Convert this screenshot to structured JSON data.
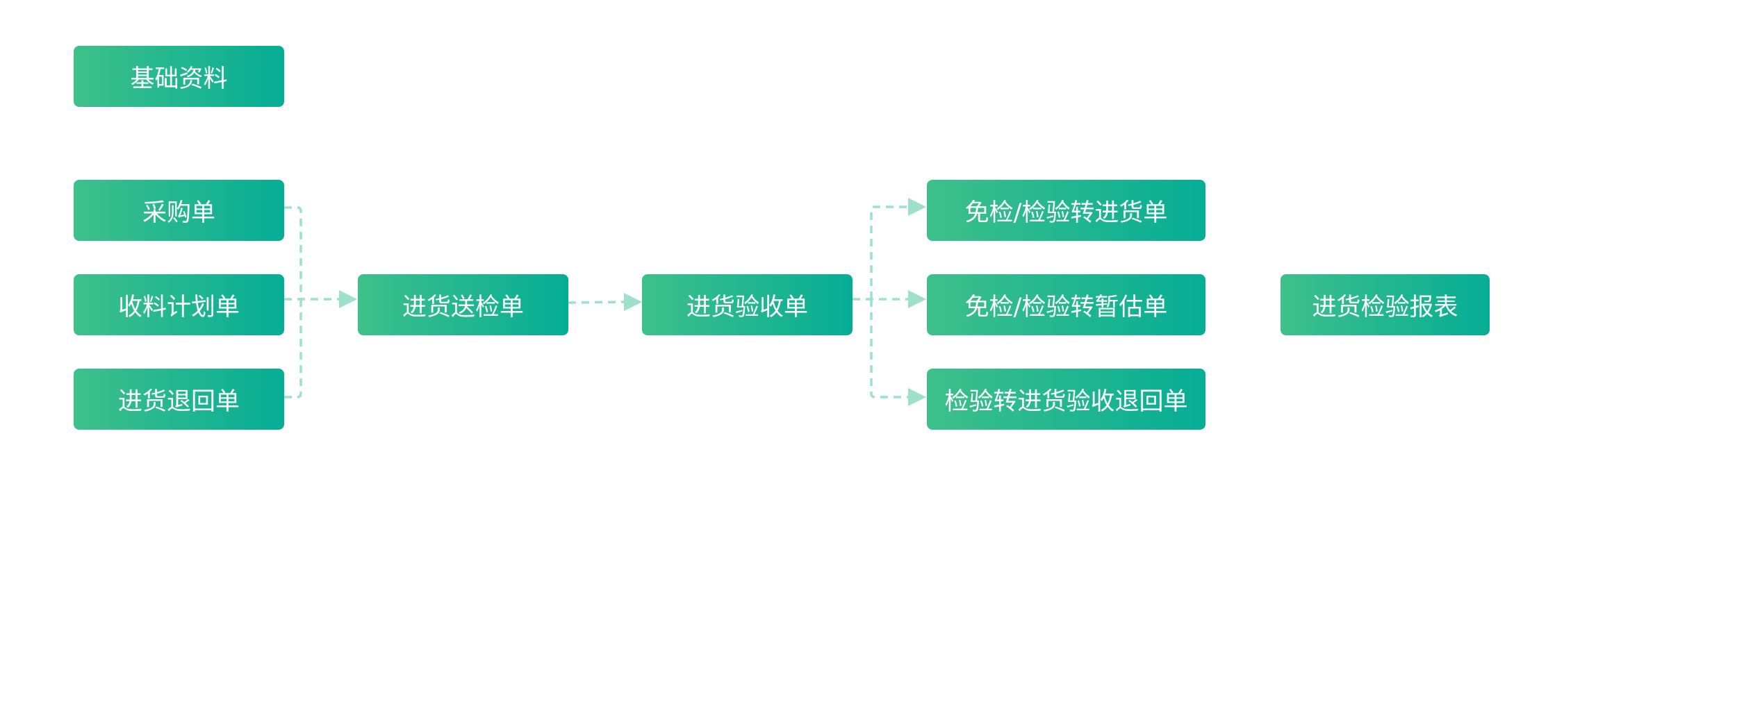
{
  "flow": {
    "base_data": "基础资料",
    "purchase_order": "采购单",
    "material_plan": "收料计划单",
    "return_order": "进货退回单",
    "inspection_request": "进货送检单",
    "acceptance_order": "进货验收单",
    "to_purchase_receipt": "免检/检验转进货单",
    "to_provisional_estimate": "免检/检验转暂估单",
    "to_acceptance_return": "检验转进货验收退回单",
    "inspection_report": "进货检验报表"
  },
  "colors": {
    "node_gradient_start": "#3ec08a",
    "node_gradient_end": "#06ad95",
    "connector": "#9ee1cb",
    "node_text": "#ffffff",
    "background": "#ffffff"
  }
}
